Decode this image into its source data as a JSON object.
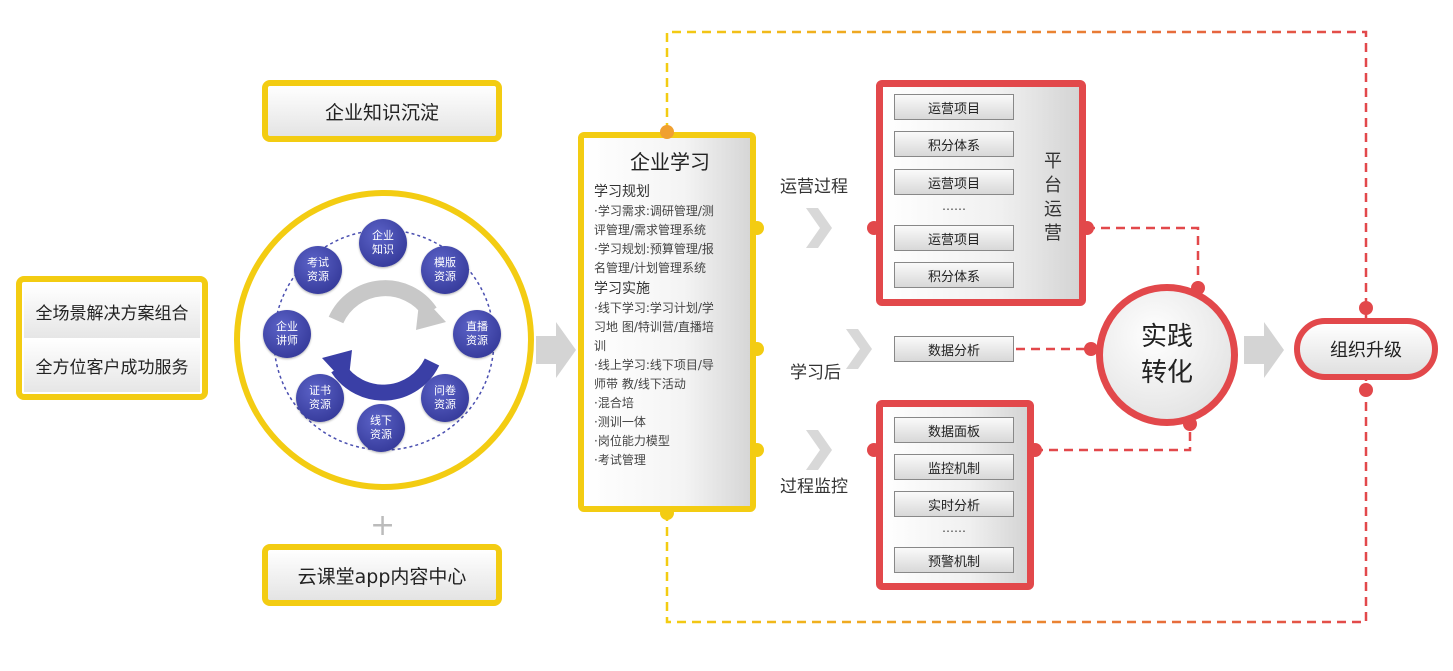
{
  "knowledge_box": "企业知识沉淀",
  "left_items": [
    "全场景解决方案组合",
    "全方位客户成功服务"
  ],
  "resources": [
    {
      "line1": "企业",
      "line2": "知识"
    },
    {
      "line1": "模版",
      "line2": "资源"
    },
    {
      "line1": "直播",
      "line2": "资源"
    },
    {
      "line1": "问卷",
      "line2": "资源"
    },
    {
      "line1": "线下",
      "line2": "资源"
    },
    {
      "line1": "证书",
      "line2": "资源"
    },
    {
      "line1": "企业",
      "line2": "讲师"
    },
    {
      "line1": "考试",
      "line2": "资源"
    }
  ],
  "plus_sign": "+",
  "app_box": "云课堂app内容中心",
  "learning": {
    "title": "企业学习",
    "section1": "学习规划",
    "lines1": [
      "·学习需求:调研管理/测",
      "评管理/需求管理系统",
      "·学习规划:预算管理/报",
      "名管理/计划管理系统"
    ],
    "section2": "学习实施",
    "lines2": [
      "·线下学习:学习计划/学",
      "习地 图/特训营/直播培",
      "训",
      "·线上学习:线下项目/导",
      "师带 教/线下活动",
      "·混合培",
      "·测训一体",
      "·岗位能力模型",
      "·考试管理"
    ]
  },
  "flow_labels": {
    "ops": "运营过程",
    "after": "学习后",
    "monitor": "过程监控"
  },
  "ops_panel": {
    "items": [
      "运营项目",
      "积分体系",
      "运营项目",
      "运营项目",
      "积分体系"
    ],
    "ellipsis": "……",
    "side_label": [
      "平",
      "台",
      "运",
      "营"
    ]
  },
  "data_analysis": "数据分析",
  "monitor_panel": {
    "items": [
      "数据面板",
      "监控机制",
      "实时分析",
      "预警机制"
    ],
    "ellipsis": "……"
  },
  "practice": {
    "line1": "实践",
    "line2": "转化"
  },
  "org_upgrade": "组织升级",
  "colors": {
    "yellow": "#f3cc12",
    "red": "#e2484b",
    "navy": "#2b2f8e",
    "orange": "#f0a030"
  }
}
